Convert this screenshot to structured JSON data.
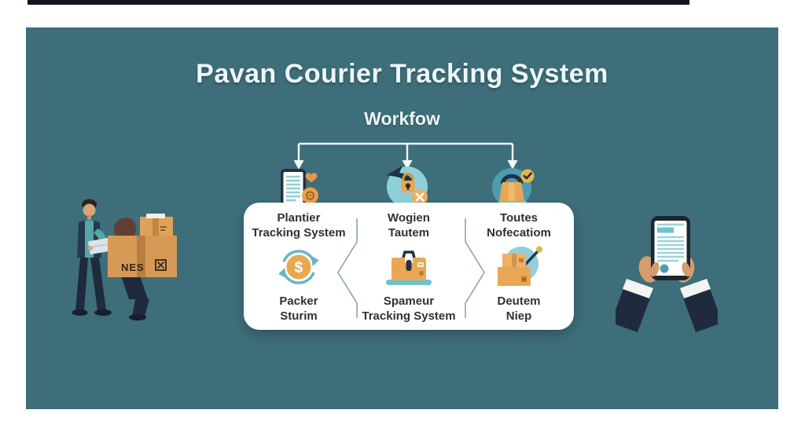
{
  "header": {
    "title": "Pavan Courier Tracking System",
    "subtitle": "Workfow"
  },
  "workflow": {
    "top_icons": [
      "report-document-icon",
      "send-lock-icon",
      "package-check-icon"
    ],
    "stages": [
      {
        "top_label": "Plantier\nTracking System",
        "icon": "currency-cycle-icon",
        "bottom_label": "Packer\nSturim"
      },
      {
        "top_label": "Wogien\nTautem",
        "icon": "briefcase-icon",
        "bottom_label": "Spameur\nTracking System"
      },
      {
        "top_label": "Toutes\nNofecatiom",
        "icon": "parcel-stack-icon",
        "bottom_label": "Deutem\nNiep"
      }
    ]
  },
  "illustrations": {
    "left": {
      "icon": "courier-workers-carrying-boxes",
      "box_label": "NES"
    },
    "right": {
      "icon": "hands-holding-smartphone"
    }
  },
  "colors": {
    "background": "#3d6e7a",
    "card": "#ffffff",
    "accent_orange": "#e8a754",
    "accent_teal": "#7fc9ce",
    "light_teal_circle": "#8ed0da",
    "mid_teal_circle": "#4d9dae",
    "navy": "#1f2b3d",
    "title_text": "#eef6f6",
    "label_text": "#2f3133"
  }
}
